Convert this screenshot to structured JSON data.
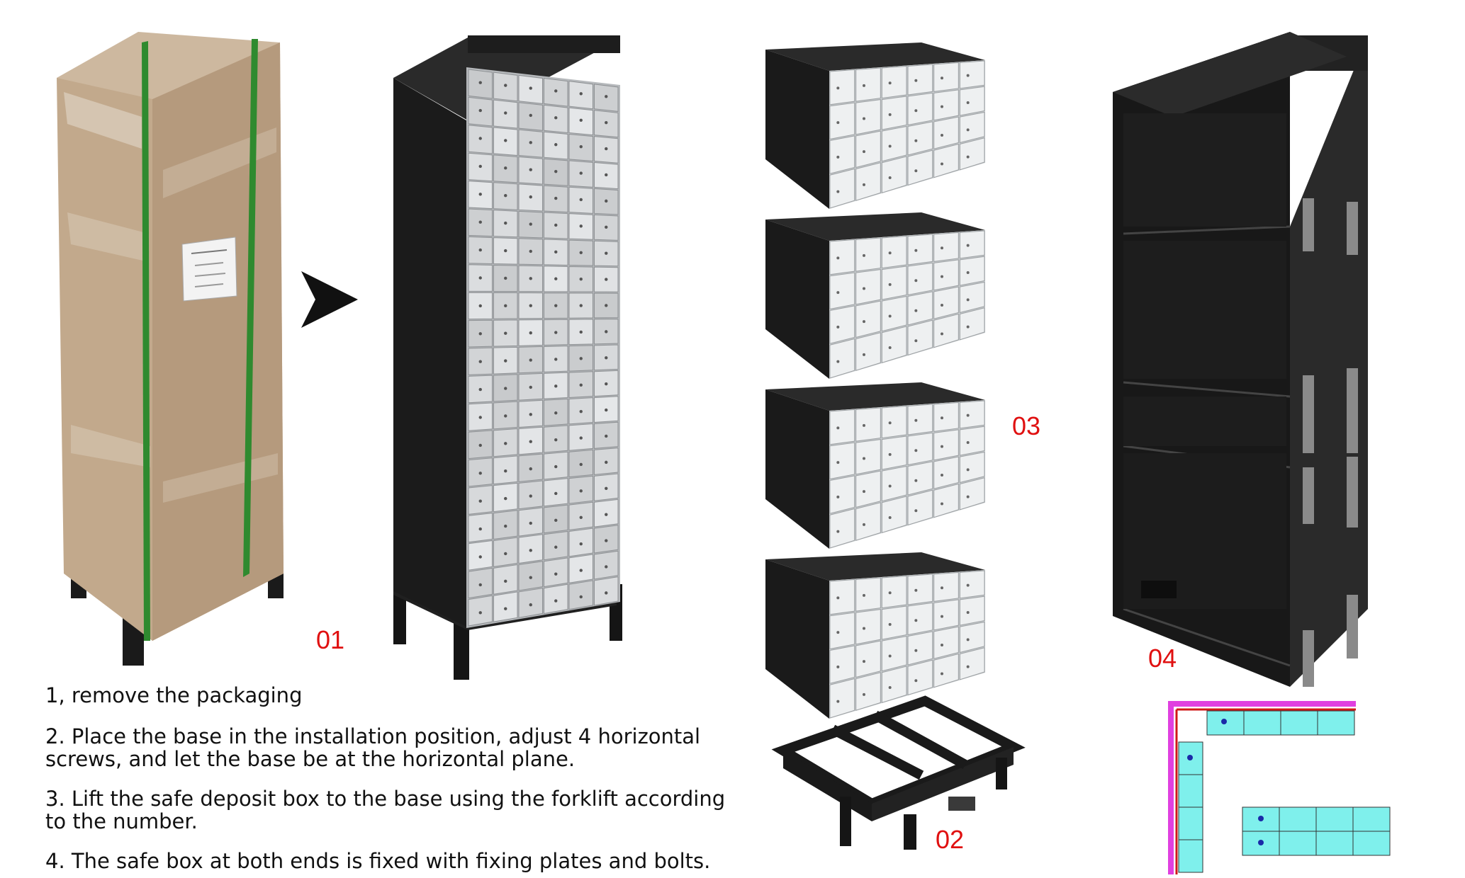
{
  "step_numbers": {
    "s01": "01",
    "s02": "02",
    "s03": "03",
    "s04": "04"
  },
  "instructions": [
    "1, remove the packaging",
    "2. Place the base in the installation position, adjust 4 horizontal screws, and let the base be at the horizontal plane.",
    "3. Lift the safe deposit box to the base using the forklift according to the number.",
    "4. The safe box at both ends is fixed with fixing plates and bolts."
  ],
  "figures": {
    "packaged": {
      "icon": "packaged-cabinet-image"
    },
    "arrow": {
      "icon": "right-arrow-icon"
    },
    "cabinet": {
      "icon": "assembled-cabinet-image"
    },
    "modules": {
      "icon": "box-module-image"
    },
    "base": {
      "icon": "base-frame-image"
    },
    "rear": {
      "icon": "cabinet-rear-image"
    },
    "plan": {
      "icon": "layout-plan-diagram"
    }
  },
  "colors": {
    "accent_label": "#e01010",
    "cabinet_black": "#1b1b1b",
    "door_steel": "#d2d4d6",
    "plan_wall": "#e040e0",
    "plan_box": "#7ff0ec",
    "plan_dot": "#1a2aa8"
  }
}
